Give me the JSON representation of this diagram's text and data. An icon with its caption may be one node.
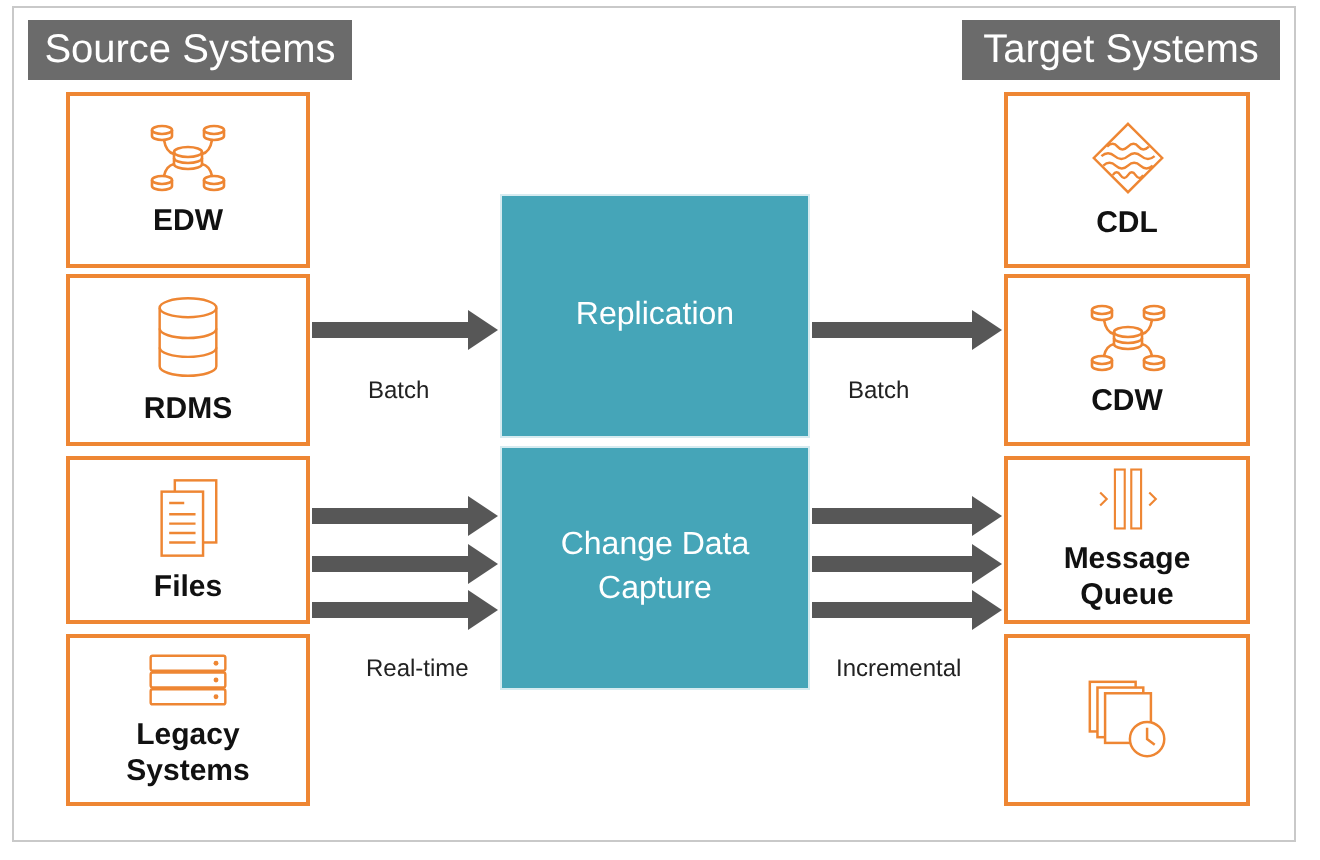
{
  "diagram": {
    "nodes": [
      {
        "text": [
          "Source Systems"
        ]
      },
      {
        "text": [
          "EDW"
        ]
      },
      {
        "text": [
          "RDMS"
        ]
      },
      {
        "text": [
          "Files"
        ]
      },
      {
        "text": [
          "Legacy Systems"
        ]
      },
      {
        "text": [
          "Replication"
        ]
      },
      {
        "text": [
          "Change Data Capture"
        ]
      },
      {
        "text": [
          "Target Systems"
        ]
      },
      {
        "text": [
          "CDL"
        ]
      },
      {
        "text": [
          "CDW"
        ]
      },
      {
        "text": [
          "Message Queue"
        ]
      },
      {
        "text": [],
        "shape": "box"
      }
    ],
    "edges": [
      {
        "from": 2,
        "to": 5,
        "arrow": "to",
        "label": "Batch"
      },
      {
        "from": 3,
        "to": 6,
        "arrow": "to"
      },
      {
        "from": 3,
        "to": 6,
        "arrow": "to"
      },
      {
        "from": 3,
        "to": 6,
        "arrow": "to",
        "label": "Real-time"
      },
      {
        "from": 5,
        "to": 9,
        "arrow": "to",
        "label": "Batch"
      },
      {
        "from": 6,
        "to": 10,
        "arrow": "to"
      },
      {
        "from": 6,
        "to": 10,
        "arrow": "to"
      },
      {
        "from": 6,
        "to": 10,
        "arrow": "to",
        "label": "Incremental"
      }
    ]
  }
}
